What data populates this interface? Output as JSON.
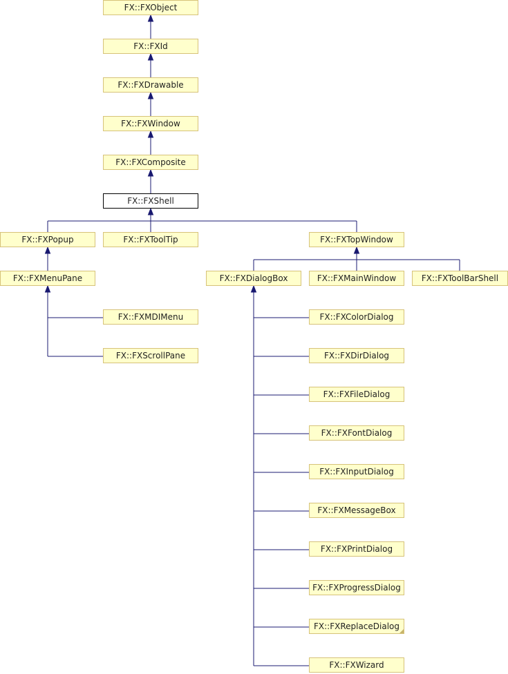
{
  "diagram": {
    "nodes": {
      "fxobject": "FX::FXObject",
      "fxid": "FX::FXId",
      "fxdrawable": "FX::FXDrawable",
      "fxwindow": "FX::FXWindow",
      "fxcomposite": "FX::FXComposite",
      "fxshell": "FX::FXShell",
      "fxpopup": "FX::FXPopup",
      "fxtooltip": "FX::FXToolTip",
      "fxtopwindow": "FX::FXTopWindow",
      "fxmenupane": "FX::FXMenuPane",
      "fxmdimenu": "FX::FXMDIMenu",
      "fxscrollpane": "FX::FXScrollPane",
      "fxdialogbox": "FX::FXDialogBox",
      "fxmainwindow": "FX::FXMainWindow",
      "fxtoolbarshell": "FX::FXToolBarShell",
      "fxcolordialog": "FX::FXColorDialog",
      "fxdirdialog": "FX::FXDirDialog",
      "fxfiledialog": "FX::FXFileDialog",
      "fxfontdialog": "FX::FXFontDialog",
      "fxinputdialog": "FX::FXInputDialog",
      "fxmessagebox": "FX::FXMessageBox",
      "fxprintdialog": "FX::FXPrintDialog",
      "fxprogressdialog": "FX::FXProgressDialog",
      "fxreplacedialog": "FX::FXReplaceDialog",
      "fxwizard": "FX::FXWizard"
    },
    "colors": {
      "node_fill": "#ffffcc",
      "node_border": "#d6c279",
      "current_fill": "#ffffff",
      "current_border": "#000000",
      "edge": "#191970"
    }
  }
}
